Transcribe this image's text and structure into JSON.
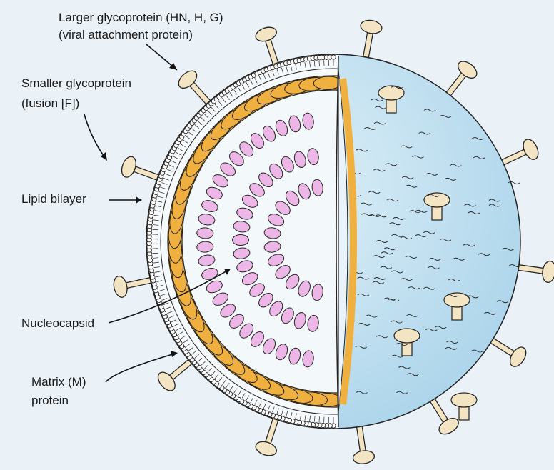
{
  "labels": {
    "larger_glycoprotein_1": "Larger glycoprotein (HN, H, G)",
    "larger_glycoprotein_2": "(viral attachment protein)",
    "smaller_glycoprotein_1": "Smaller glycoprotein",
    "smaller_glycoprotein_2": "(fusion [F])",
    "lipid_bilayer": "Lipid bilayer",
    "nucleocapsid": "Nucleocapsid",
    "matrix_1": "Matrix (M)",
    "matrix_2": "protein"
  },
  "colors": {
    "background": "#eaf2f8",
    "envelope_surface": "#c4e2f1",
    "matrix_protein": "#f0b040",
    "nucleocapsid_bead": "#ecb6e6",
    "interior": "#f3f8fb",
    "glycoprotein": "#f3e4c4",
    "outline": "#222222"
  },
  "icons": [
    "glycoprotein-spike",
    "lipid-bilayer-ring",
    "nucleocapsid-bead"
  ]
}
